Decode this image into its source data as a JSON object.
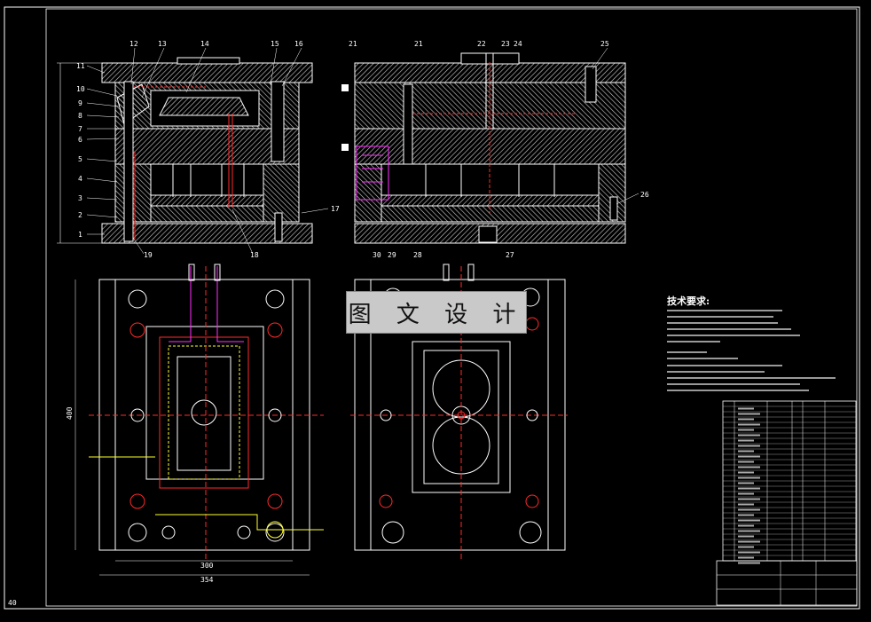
{
  "watermark": {
    "text": "图 文 设 计"
  },
  "tech": {
    "title": "技术要求:"
  },
  "part_numbers": {
    "left_side": [
      "11",
      "10",
      "9",
      "8",
      "7",
      "6",
      "5",
      "4",
      "3",
      "2",
      "1"
    ],
    "top_left": [
      "12",
      "13",
      "14",
      "15",
      "16"
    ],
    "top_right": [
      "21",
      "21",
      "22",
      "23",
      "24",
      "25"
    ],
    "right_side": [
      "17",
      "26"
    ],
    "bottom_left": [
      "19",
      "18"
    ],
    "bottom_right": [
      "30",
      "29",
      "28",
      "27"
    ]
  },
  "dims": {
    "width_outer": "354",
    "width_inner": "300",
    "height_left": "400",
    "corner": "40"
  },
  "colors": {
    "line": "#ffffff",
    "hatch": "#bdbdbd",
    "center": "#ff2a2a",
    "accent_magenta": "#ff30ff",
    "accent_yellow": "#ffff30",
    "accent_blue": "#4040ff"
  }
}
